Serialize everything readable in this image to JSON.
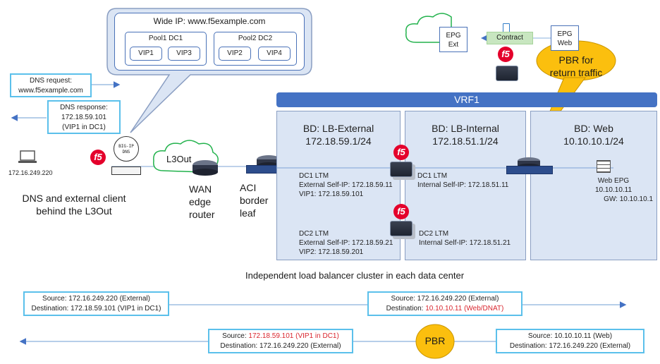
{
  "wide_ip": {
    "title": "Wide IP: www.f5example.com",
    "pools": [
      {
        "name": "Pool1 DC1",
        "vips": [
          "VIP1",
          "VIP3"
        ]
      },
      {
        "name": "Pool2 DC2",
        "vips": [
          "VIP2",
          "VIP4"
        ]
      }
    ]
  },
  "dns": {
    "request_line1": "DNS request:",
    "request_line2": "www.f5example.com",
    "response_line1": "DNS response:",
    "response_line2": "172.18.59.101",
    "response_line3": "(VIP1 in DC1)",
    "bigip_line1": "BIG-IP",
    "bigip_line2": "DNS",
    "f5_logo": "f5"
  },
  "client": {
    "ip": "172.16.249.220",
    "caption_line1": "DNS and external client",
    "caption_line2": "behind the L3Out",
    "icon": "laptop-icon"
  },
  "l3out": {
    "label": "L3Out",
    "wan_line1": "WAN",
    "wan_line2": "edge",
    "wan_line3": "router",
    "aci_line1": "ACI",
    "aci_line2": "border",
    "aci_line3": "leaf"
  },
  "contract": {
    "epg_ext_line1": "EPG",
    "epg_ext_line2": "Ext",
    "label": "Contract",
    "epg_web_line1": "EPG",
    "epg_web_line2": "Web"
  },
  "pbr_callout": {
    "line1": "PBR for",
    "line2": "return traffic"
  },
  "vrf": {
    "label": "VRF1"
  },
  "bridge_domains": [
    {
      "title": "BD: LB-External",
      "subnet": "172.18.59.1/24"
    },
    {
      "title": "BD: LB-Internal",
      "subnet": "172.18.51.1/24"
    },
    {
      "title": "BD: Web",
      "subnet": "10.10.10.1/24"
    }
  ],
  "ltm": {
    "dc1_ext": {
      "name": "DC1 LTM",
      "self_ip": "External Self-IP: 172.18.59.11",
      "vip": "VIP1: 172.18.59.101"
    },
    "dc1_int": {
      "name": "DC1 LTM",
      "self_ip": "Internal Self-IP: 172.18.51.11"
    },
    "dc2_ext": {
      "name": "DC2 LTM",
      "self_ip": "External Self-IP: 172.18.59.21",
      "vip": "VIP2: 172.18.59.201"
    },
    "dc2_int": {
      "name": "DC2 LTM",
      "self_ip": "Internal Self-IP: 172.18.51.21"
    }
  },
  "web_epg": {
    "name": "Web EPG",
    "ip": "10.10.10.11",
    "gw": "GW: 10.10.10.1"
  },
  "caption": "Independent load balancer cluster in each data center",
  "flows": {
    "fwd1": {
      "src_label": "Source: ",
      "src": "172.16.249.220 (External)",
      "dst_label": "Destination: ",
      "dst": "172.18.59.101 (VIP1 in DC1)"
    },
    "fwd2": {
      "src_label": "Source: ",
      "src": "172.16.249.220 (External)",
      "dst_label": "Destination: ",
      "dst": "10.10.10.11 (Web/DNAT)"
    },
    "ret1": {
      "src_label": "Source: ",
      "src": "172.18.59.101 (VIP1 in DC1)",
      "dst_label": "Destination: ",
      "dst": "172.16.249.220 (External)"
    },
    "ret2": {
      "src_label": "Source: ",
      "src": "10.10.10.11 (Web)",
      "dst_label": "Destination: ",
      "dst": "172.16.249.220 (External)"
    },
    "pbr": "PBR"
  },
  "colors": {
    "vrf": "#4472c4",
    "bd_fill": "#dbe5f4",
    "callout": "#fbbf0e",
    "highlight_red": "#d9262e",
    "flow_box_border": "#5bc0eb",
    "f5_red": "#e4002b"
  }
}
